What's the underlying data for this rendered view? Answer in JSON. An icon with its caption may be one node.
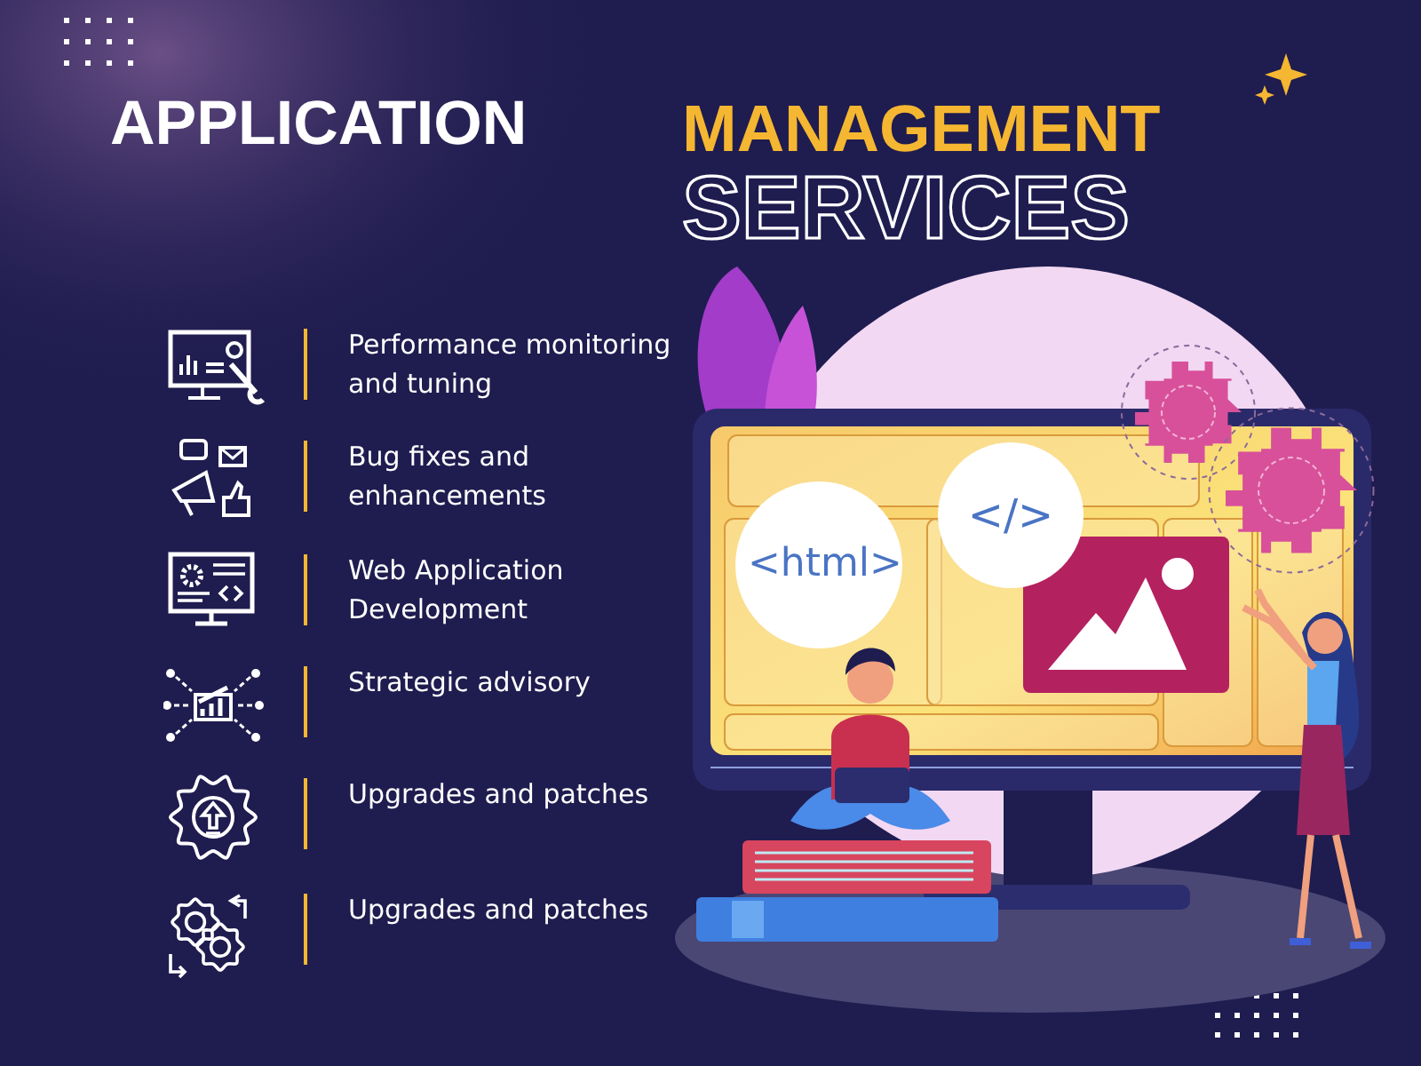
{
  "diagram": {
    "title": "APPLICATION MANAGEMENT SERVICES",
    "labels": [
      "Performance monitoring and tuning",
      "Bug fixes and enhancements",
      "Web Application Development",
      "Strategic advisory",
      "Upgrades and patches",
      "Upgrades and patches",
      "<html>",
      "</>"
    ]
  }
}
